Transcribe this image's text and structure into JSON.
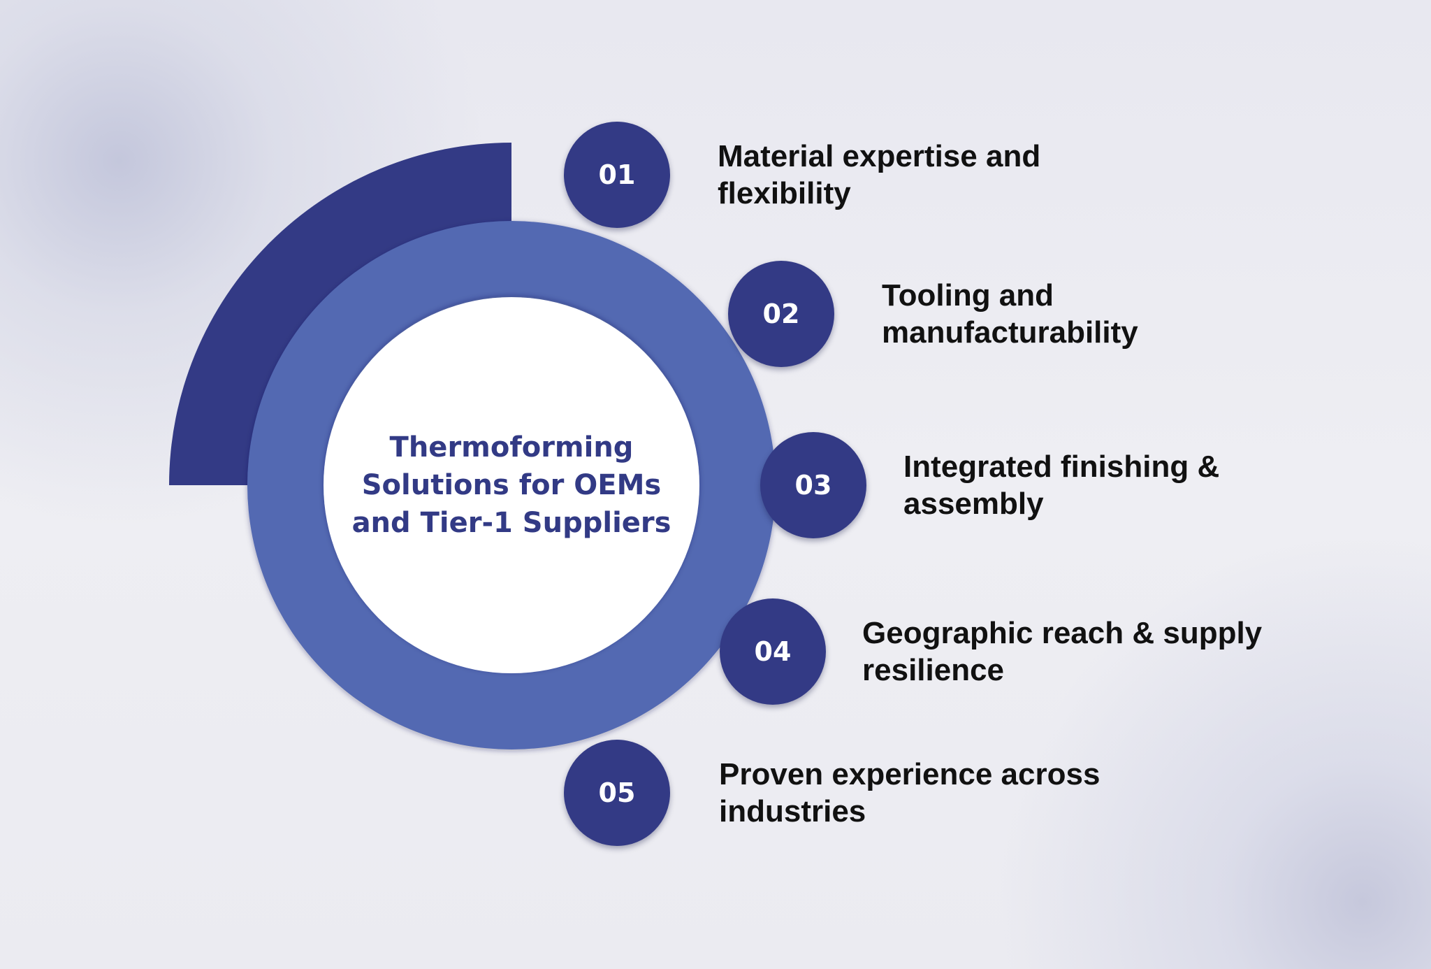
{
  "colors": {
    "dark_navy": "#333a85",
    "ring_blue": "#5269b2",
    "center_fill": "#ffffff",
    "title_text": "#323a85",
    "item_text": "#111111",
    "number_text": "#ffffff"
  },
  "center": {
    "title_lines": [
      "Thermoforming",
      "Solutions for OEMs",
      "and Tier-1 Suppliers"
    ]
  },
  "items": [
    {
      "number": "01",
      "lines": [
        "Material expertise and",
        "flexibility"
      ]
    },
    {
      "number": "02",
      "lines": [
        "Tooling and",
        "manufacturability"
      ]
    },
    {
      "number": "03",
      "lines": [
        "Integrated finishing &",
        "assembly"
      ]
    },
    {
      "number": "04",
      "lines": [
        "Geographic reach & supply",
        "resilience"
      ]
    },
    {
      "number": "05",
      "lines": [
        "Proven experience across",
        "industries"
      ]
    }
  ]
}
